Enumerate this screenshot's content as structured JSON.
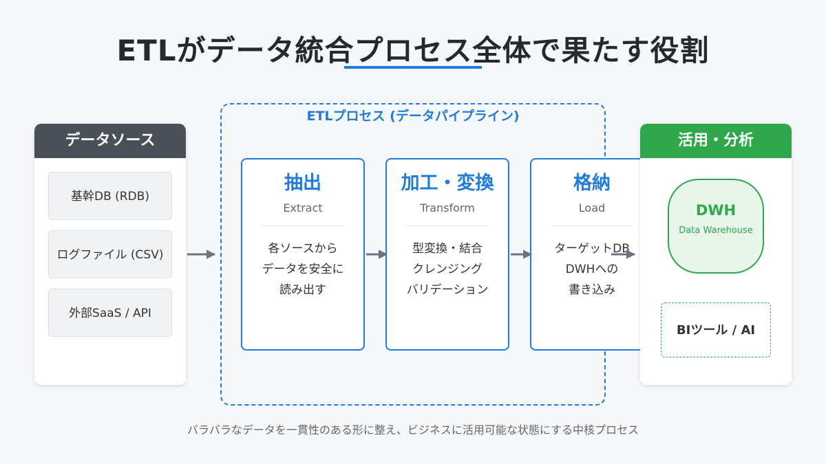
{
  "title": "ETLがデータ統合プロセス全体で果たす役割",
  "sources": {
    "header": "データソース",
    "items": [
      "基幹DB (RDB)",
      "ログファイル (CSV)",
      "外部SaaS / API"
    ]
  },
  "etl": {
    "label": "ETLプロセス (データパイプライン)",
    "steps": [
      {
        "title": "抽出",
        "en": "Extract",
        "desc": "各ソースから\nデータを安全に\n読み出す"
      },
      {
        "title": "加工・変換",
        "en": "Transform",
        "desc": "型変換・結合\nクレンジング\nバリデーション"
      },
      {
        "title": "格納",
        "en": "Load",
        "desc": "ターゲットDB\nDWHへの\n書き込み"
      }
    ]
  },
  "usage": {
    "header": "活用・分析",
    "dwh_title": "DWH",
    "dwh_sub": "Data Warehouse",
    "bi": "BIツール / AI"
  },
  "footer": "バラバラなデータを一貫性のある形に整え、ビジネスに活用可能な状態にする中核プロセス",
  "colors": {
    "accent_blue": "#1e7be0",
    "accent_green": "#2ea84a",
    "source_header": "#4a5058",
    "arrow": "#6b7480"
  }
}
